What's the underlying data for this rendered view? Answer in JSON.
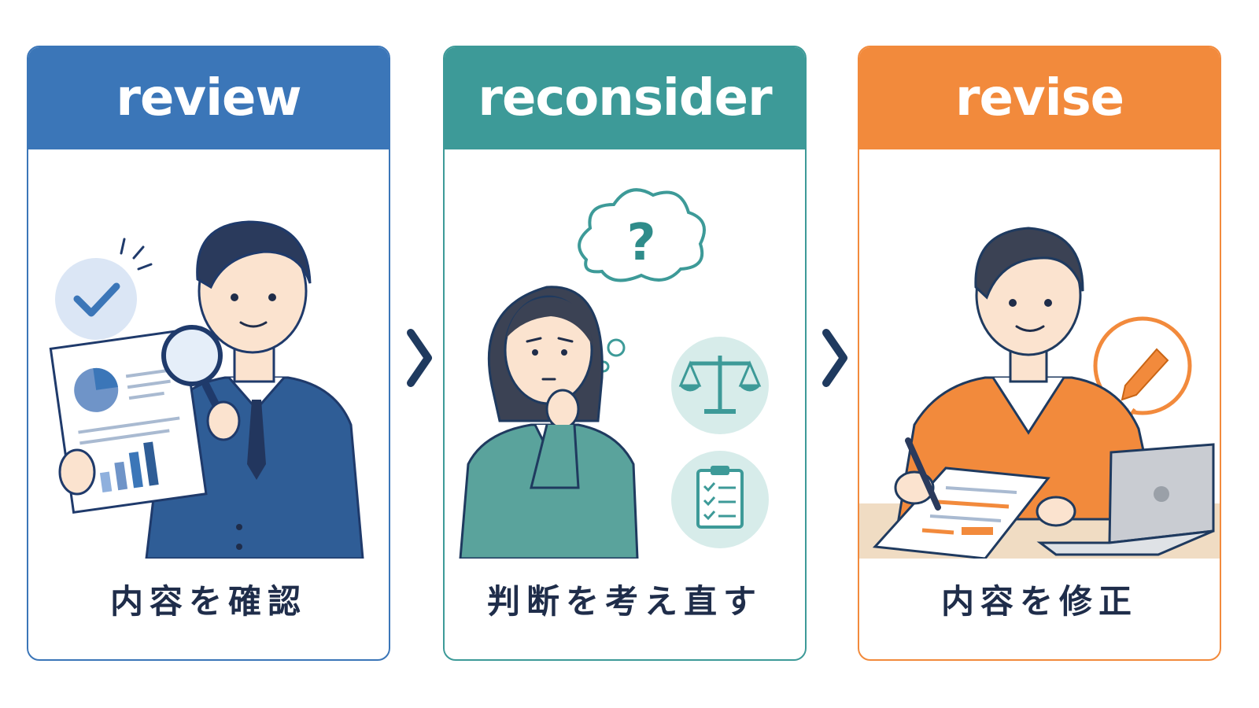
{
  "steps": [
    {
      "title": "review",
      "caption": "内容を確認",
      "color": "#3b76b8",
      "illustration": "person-inspecting-document-with-magnifier-icon"
    },
    {
      "title": "reconsider",
      "caption": "判断を考え直す",
      "color": "#3d9a98",
      "illustration": "person-thinking-with-question-bubble-icon"
    },
    {
      "title": "revise",
      "caption": "内容を修正",
      "color": "#f28a3c",
      "illustration": "person-editing-document-with-pencil-icon"
    }
  ],
  "connectors": [
    "chevron-right-icon",
    "chevron-right-icon"
  ]
}
